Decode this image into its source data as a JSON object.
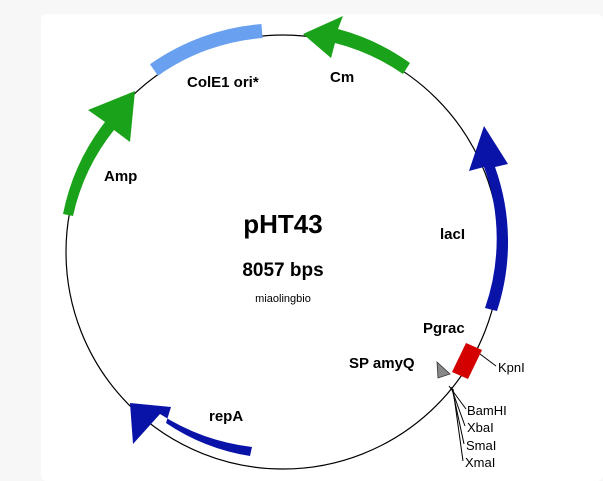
{
  "plasmid": {
    "name": "pHT43",
    "size": "8057 bps",
    "credit": "miaolingbio"
  },
  "features": [
    {
      "name": "Amp",
      "color": "#1aa31a",
      "type": "arrow",
      "direction": "clockwise"
    },
    {
      "name": "ColE1 ori*",
      "color": "#6aa0f0",
      "type": "bar"
    },
    {
      "name": "Cm",
      "color": "#1aa31a",
      "type": "arrow",
      "direction": "counterclockwise"
    },
    {
      "name": "lacI",
      "color": "#0a13a8",
      "type": "arrow",
      "direction": "counterclockwise"
    },
    {
      "name": "Pgrac",
      "color": "#d40000",
      "type": "box"
    },
    {
      "name": "SP amyQ",
      "color": "#888888",
      "type": "marker"
    },
    {
      "name": "repA",
      "color": "#0a13a8",
      "type": "arrow",
      "direction": "clockwise"
    }
  ],
  "sites": [
    "KpnI",
    "BamHI",
    "XbaI",
    "SmaI",
    "XmaI"
  ],
  "colors": {
    "backbone": "#000000",
    "card": "#ffffff",
    "page": "#f7f7f7"
  }
}
